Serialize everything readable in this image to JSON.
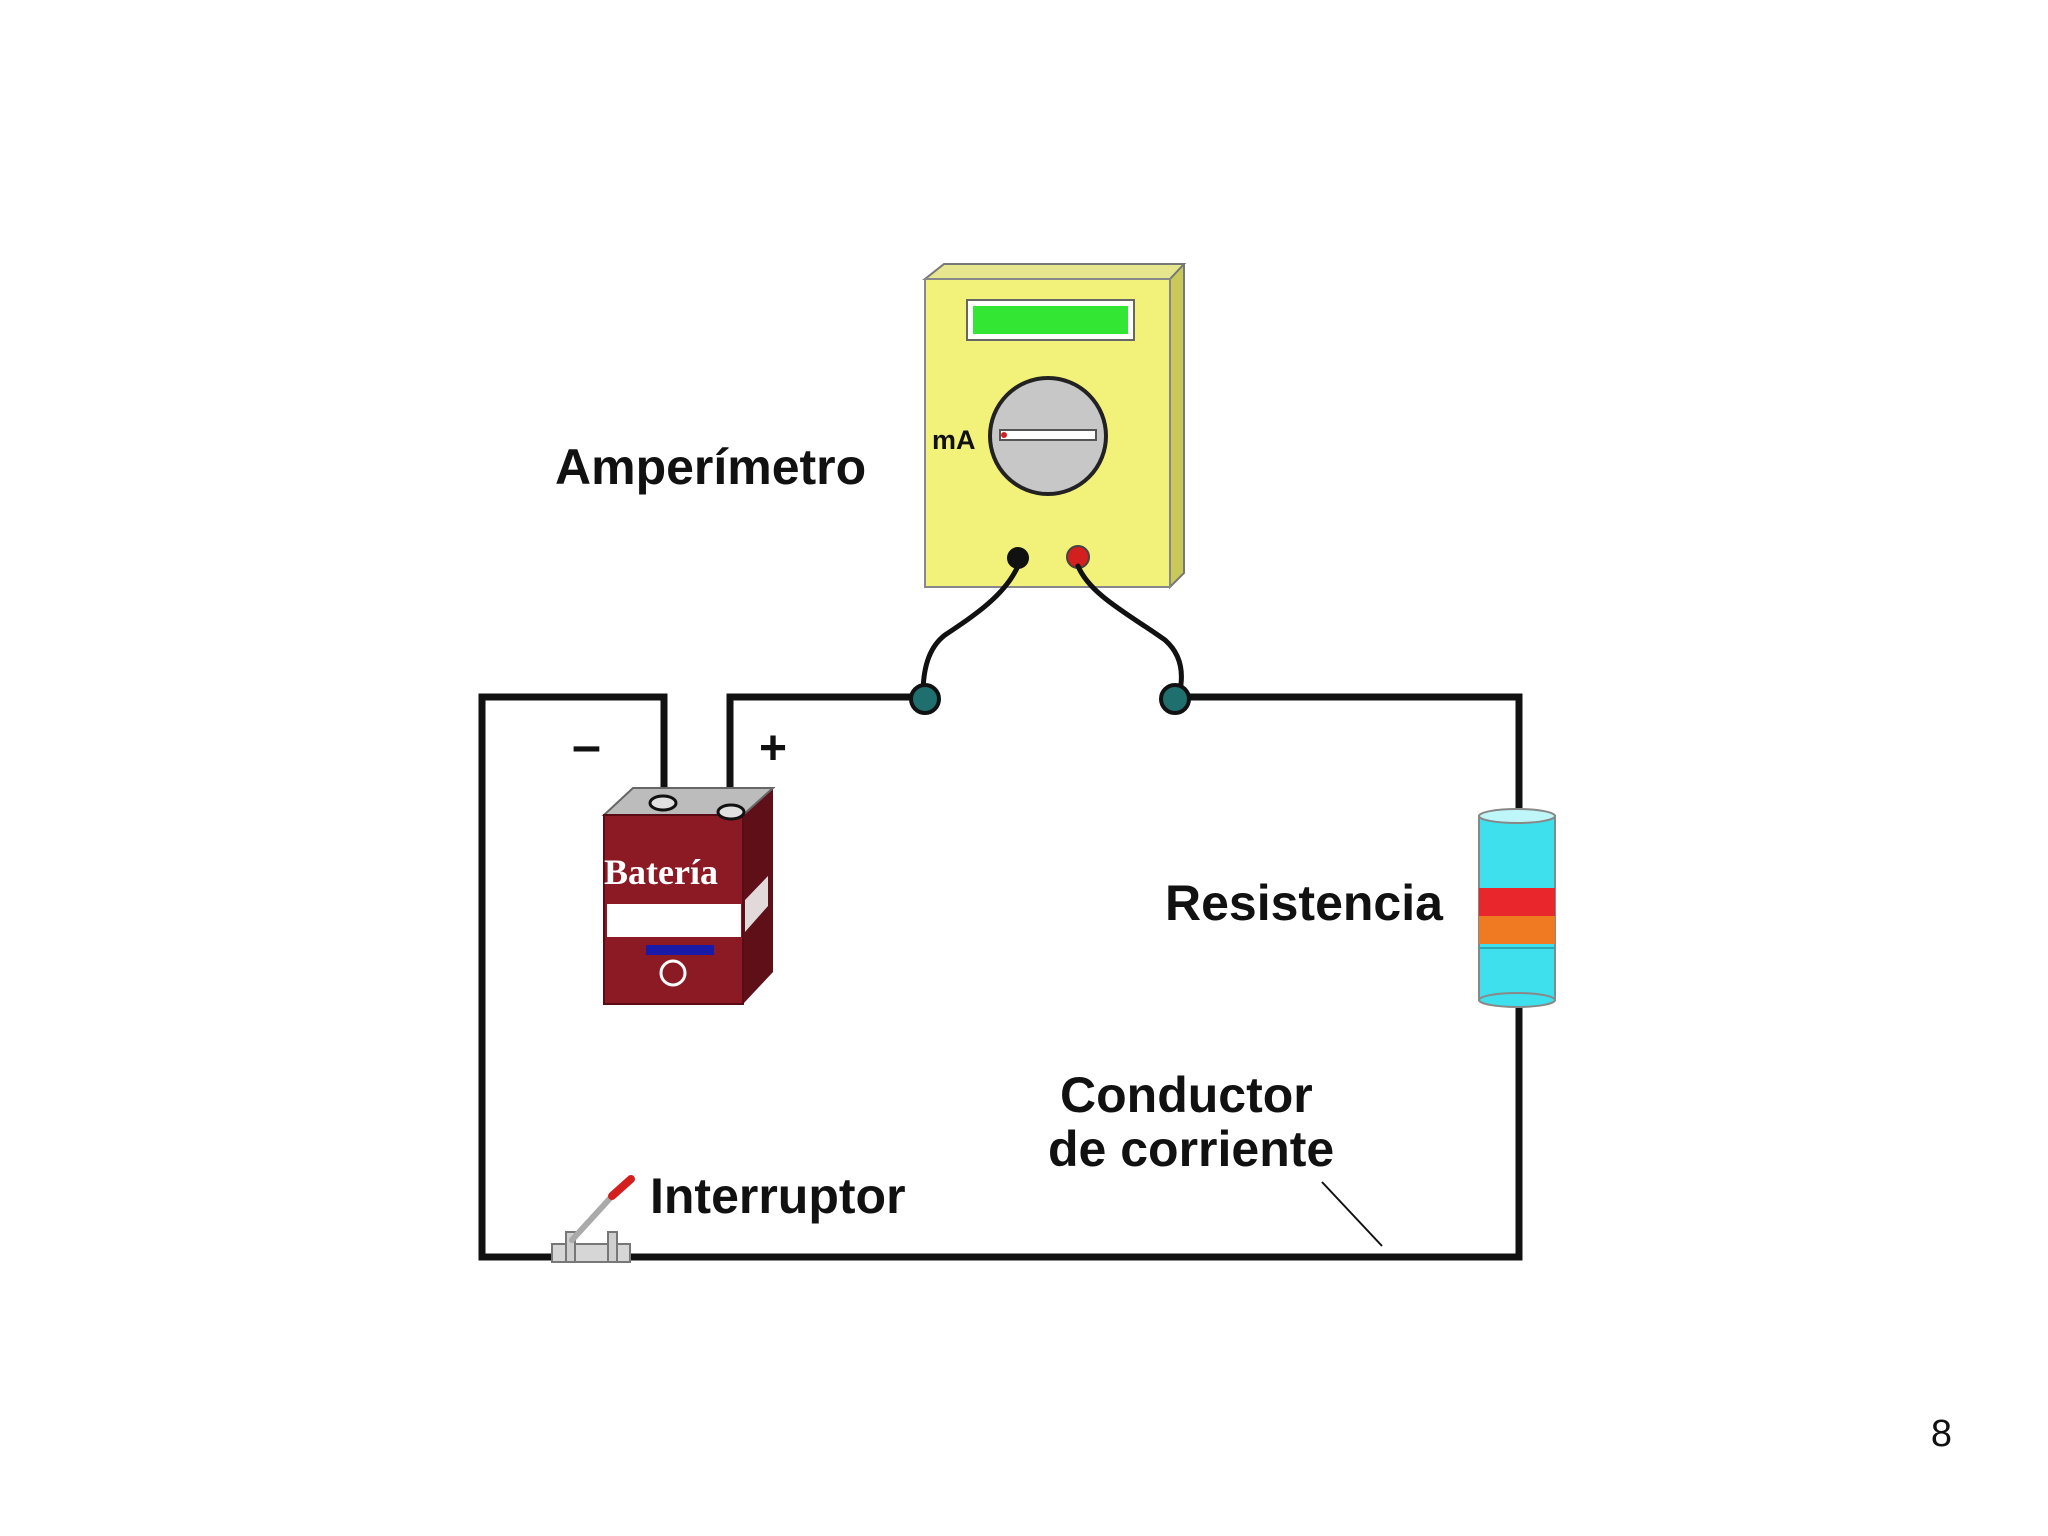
{
  "labels": {
    "ammeter": "Amperímetro",
    "ammeter_unit": "mA",
    "minus": "–",
    "plus": "+",
    "battery": "Batería",
    "resistor": "Resistencia",
    "conductor_line1": "Conductor",
    "conductor_line2": "de corriente",
    "switch": "Interruptor"
  },
  "page_number": "8",
  "colors": {
    "ammeter_body": "#f2f27a",
    "ammeter_display": "#33e633",
    "battery_body": "#8b1a24",
    "resistor_body": "#3de0ec",
    "resistor_band1": "#e8262c",
    "resistor_band2": "#f07a22",
    "terminal_connector": "#1f6f6f",
    "probe_red": "#d41f1f"
  }
}
